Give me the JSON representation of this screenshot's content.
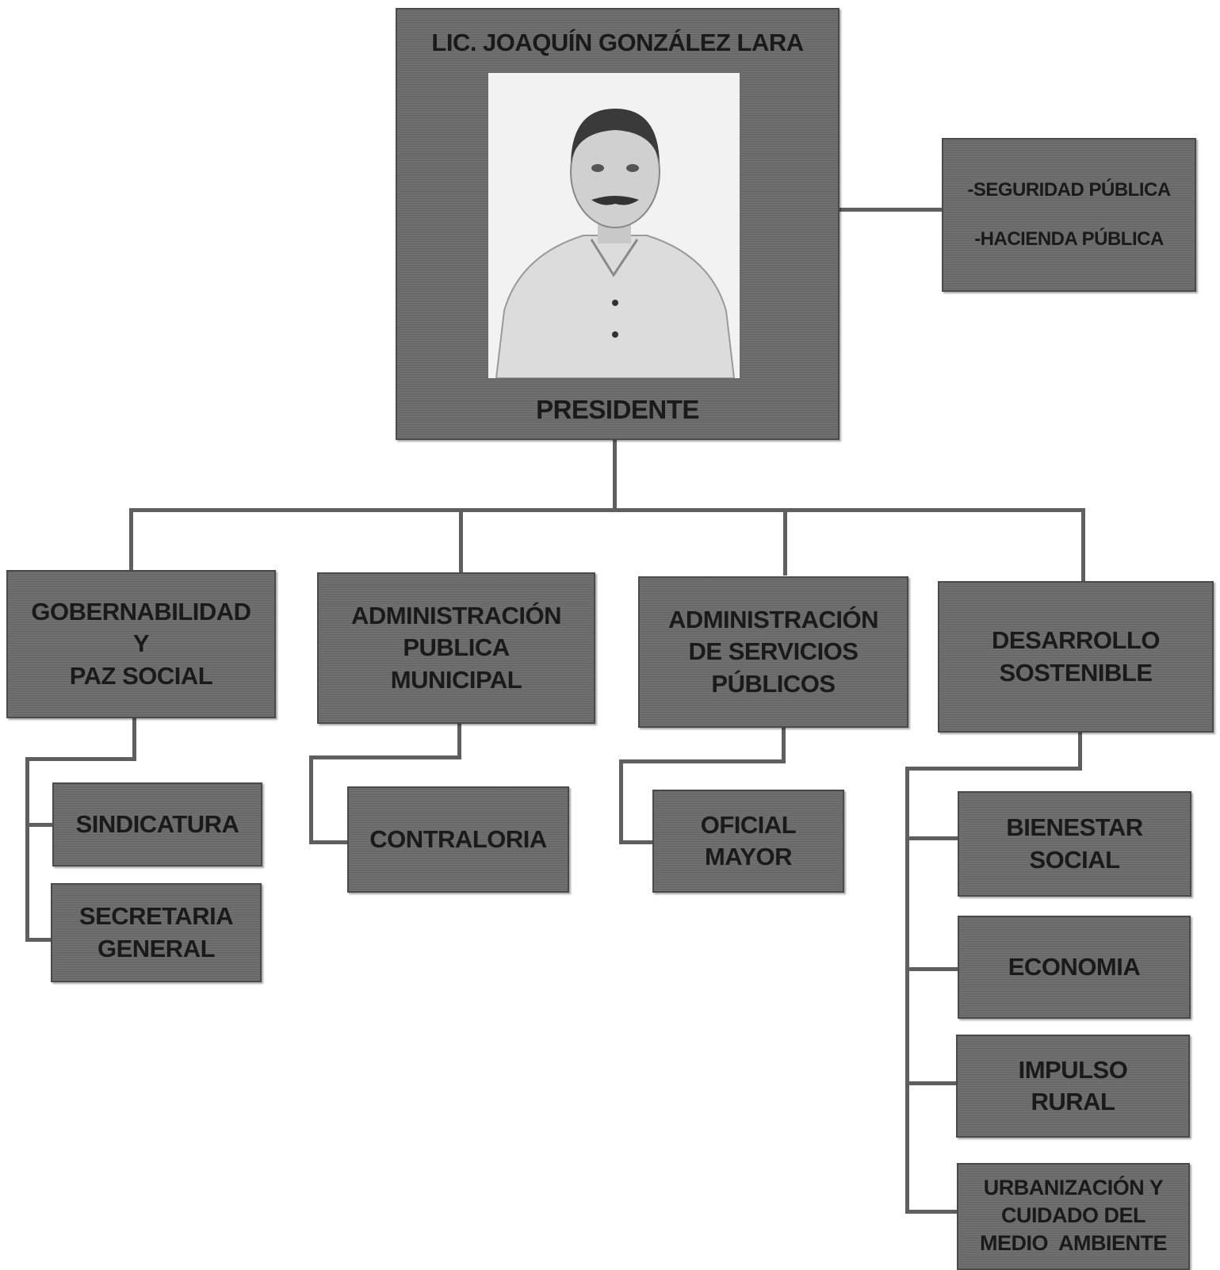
{
  "president": {
    "name": "LIC. JOAQUÍN GONZÁLEZ LARA",
    "title": "PRESIDENTE"
  },
  "advisory": {
    "items": [
      "-SEGURIDAD PÚBLICA",
      "-HACIENDA PÚBLICA"
    ]
  },
  "areas": [
    {
      "lines": [
        "GOBERNABILIDAD",
        "Y",
        "PAZ SOCIAL"
      ],
      "children": [
        {
          "lines": [
            "SINDICATURA"
          ]
        },
        {
          "lines": [
            "SECRETARIA",
            "GENERAL"
          ]
        }
      ]
    },
    {
      "lines": [
        "ADMINISTRACIÓN",
        "PUBLICA",
        "MUNICIPAL"
      ],
      "children": [
        {
          "lines": [
            "CONTRALORIA"
          ]
        }
      ]
    },
    {
      "lines": [
        "ADMINISTRACIÓN",
        "DE SERVICIOS",
        "PÚBLICOS"
      ],
      "children": [
        {
          "lines": [
            "OFICIAL",
            "MAYOR"
          ]
        }
      ]
    },
    {
      "lines": [
        "DESARROLLO",
        "SOSTENIBLE"
      ],
      "children": [
        {
          "lines": [
            "BIENESTAR",
            "SOCIAL"
          ]
        },
        {
          "lines": [
            "ECONOMIA"
          ]
        },
        {
          "lines": [
            "IMPULSO",
            "RURAL"
          ]
        },
        {
          "lines": [
            "URBANIZACIÓN Y",
            "CUIDADO DEL",
            "MEDIO  AMBIENTE"
          ]
        }
      ]
    }
  ]
}
